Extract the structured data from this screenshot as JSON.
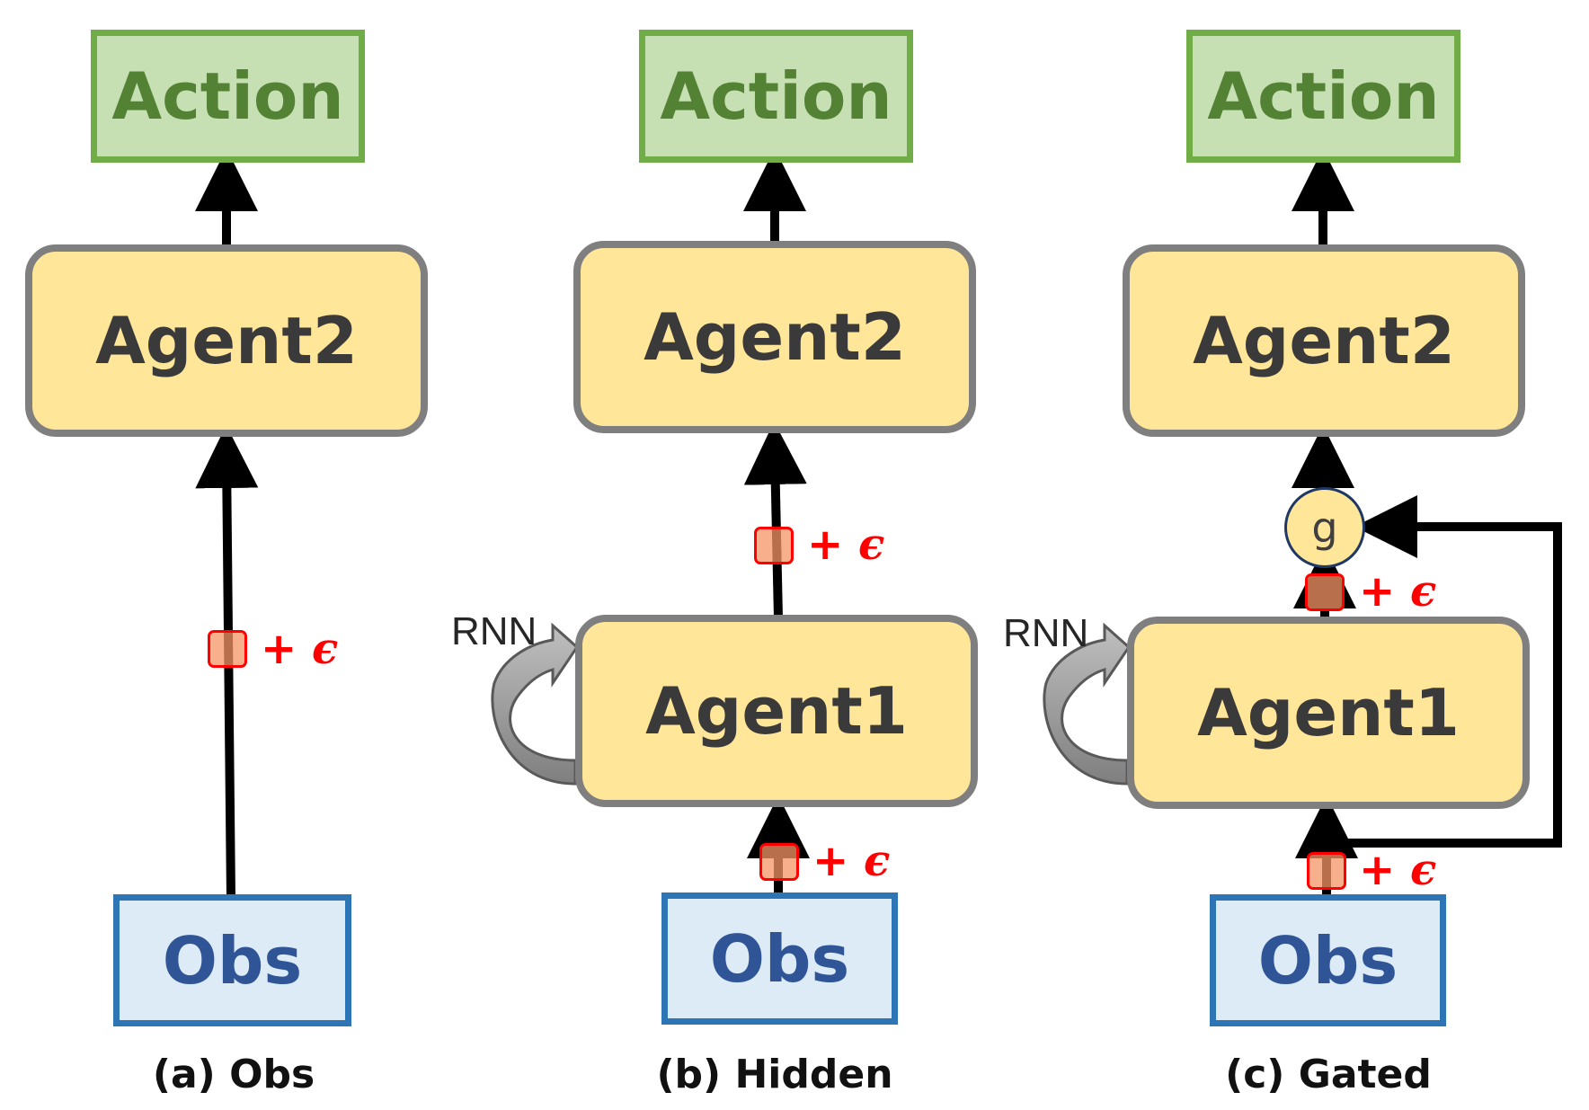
{
  "panels": [
    {
      "caption": "(a)  Obs",
      "action": "Action",
      "agent2": "Agent2",
      "obs": "Obs",
      "noise": {
        "plus": "+",
        "epsilon": "ϵ"
      }
    },
    {
      "caption": "(b)  Hidden",
      "action": "Action",
      "agent2": "Agent2",
      "agent1": "Agent1",
      "obs": "Obs",
      "rnn": "RNN",
      "noise": {
        "plus": "+",
        "epsilon": "ϵ"
      }
    },
    {
      "caption": "(c)  Gated",
      "action": "Action",
      "agent2": "Agent2",
      "agent1": "Agent1",
      "obs": "Obs",
      "rnn": "RNN",
      "gate": "g",
      "noise": {
        "plus": "+",
        "epsilon": "ϵ"
      }
    }
  ],
  "colors": {
    "action_fill": "#c6e0b4",
    "action_border": "#70ad47",
    "agent_fill": "#ffe699",
    "agent_border": "#7f7f7f",
    "obs_fill": "#ddebf7",
    "obs_border": "#2e75b6",
    "noise": "#ff0000",
    "arrow": "#000000"
  }
}
